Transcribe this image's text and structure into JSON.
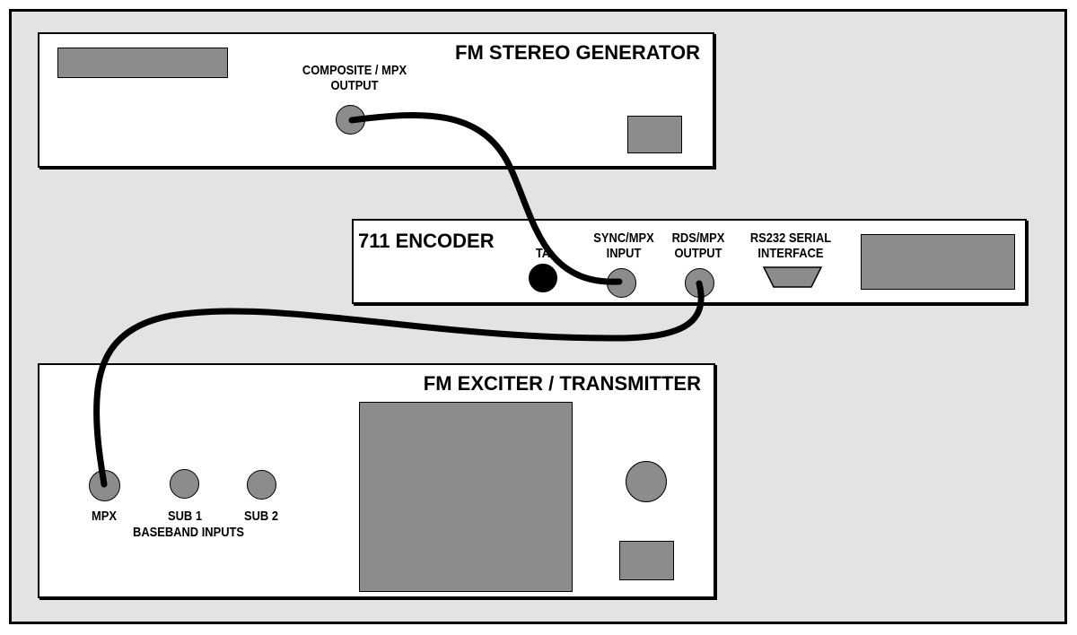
{
  "generator": {
    "title": "FM STEREO GENERATOR",
    "output_label_line1": "COMPOSITE / MPX",
    "output_label_line2": "OUTPUT"
  },
  "encoder": {
    "title": "711 ENCODER",
    "ta_label": "TA",
    "sync_label_line1": "SYNC/MPX",
    "sync_label_line2": "INPUT",
    "rds_label_line1": "RDS/MPX",
    "rds_label_line2": "OUTPUT",
    "serial_label_line1": "RS232 SERIAL",
    "serial_label_line2": "INTERFACE"
  },
  "exciter": {
    "title": "FM EXCITER / TRANSMITTER",
    "mpx_label": "MPX",
    "sub1_label": "SUB 1",
    "sub2_label": "SUB 2",
    "baseband_label": "BASEBAND INPUTS"
  },
  "colors": {
    "background": "#e3e3e3",
    "panel": "#ffffff",
    "component_gray": "#8c8c8c",
    "cable": "#000000"
  }
}
